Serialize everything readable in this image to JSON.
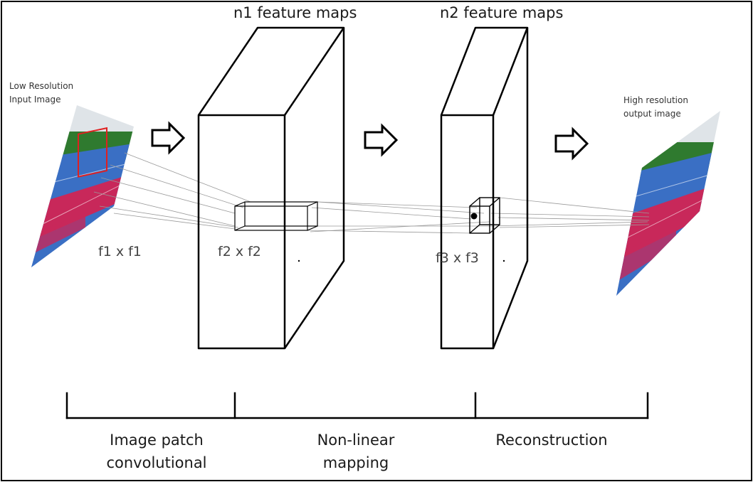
{
  "headers": {
    "n1": "n1 feature maps",
    "n2": "n2 feature maps"
  },
  "input_label": {
    "line1": "Low Resolution",
    "line2": "Input Image"
  },
  "output_label": {
    "line1": "High resolution",
    "line2": "output image"
  },
  "filter_labels": {
    "f1": "f1 x f1",
    "f2": "f2 x f2",
    "f3": "f3 x f3"
  },
  "stages": {
    "patch": {
      "line1": "Image patch",
      "line2": "convolutional"
    },
    "nonlinear": {
      "line1": "Non-linear",
      "line2": "mapping"
    },
    "reconstruction": {
      "line1": "Reconstruction"
    }
  },
  "colors": {
    "ink": "#000000",
    "court_blue": "#3a6fc4",
    "court_magenta": "#c8285a",
    "trees": "#2f7a2f",
    "sky": "#e4e8ec",
    "ray": "#9a9a9a"
  }
}
